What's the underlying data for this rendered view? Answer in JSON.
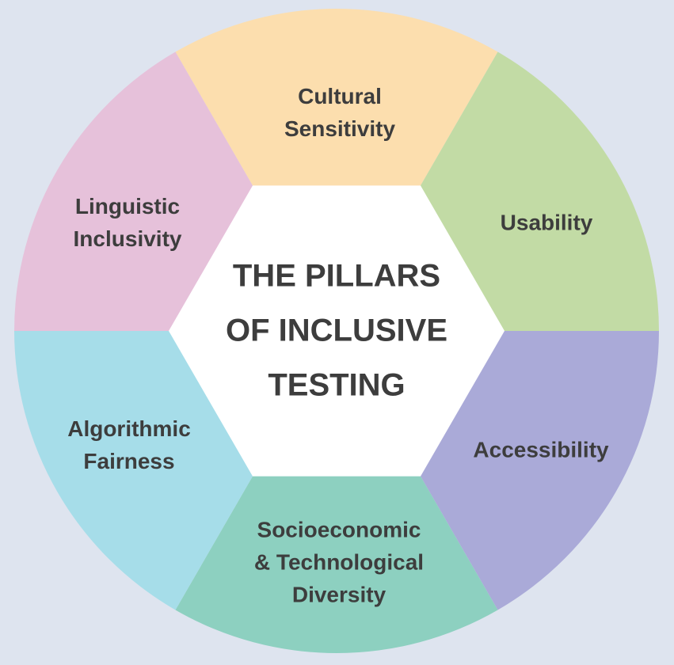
{
  "title": {
    "lines": [
      "THE PILLARS",
      "OF INCLUSIVE",
      "TESTING"
    ]
  },
  "pillars": [
    {
      "lines": [
        "Cultural",
        "Sensitivity"
      ],
      "color": "#fcdeae"
    },
    {
      "lines": [
        "Usability"
      ],
      "color": "#c2dba5"
    },
    {
      "lines": [
        "Accessibility"
      ],
      "color": "#aaaad8"
    },
    {
      "lines": [
        "Socioeconomic",
        "& Technological",
        "Diversity"
      ],
      "color": "#8dd0c0"
    },
    {
      "lines": [
        "Algorithmic",
        "Fairness"
      ],
      "color": "#a6dde9"
    },
    {
      "lines": [
        "Linguistic",
        "Inclusivity"
      ],
      "color": "#e6c1da"
    }
  ],
  "colors": {
    "background": "#dee4ef",
    "center": "#ffffff",
    "text": "#3d3d3d"
  }
}
